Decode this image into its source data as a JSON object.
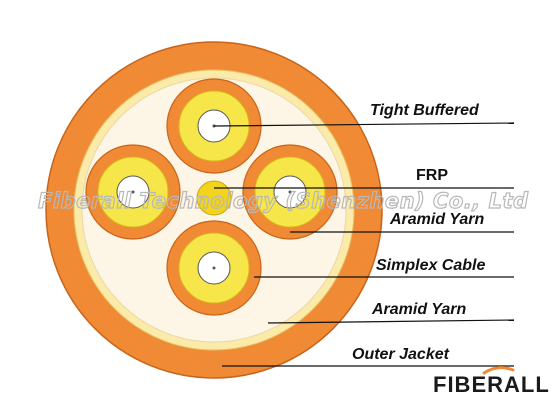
{
  "labels": {
    "tight_buffered": "Tight Buffered",
    "frp": "FRP",
    "aramid_yarn_inner": "Aramid Yarn",
    "simplex_cable": "Simplex Cable",
    "aramid_yarn_outer": "Aramid Yarn",
    "outer_jacket": "Outer Jacket"
  },
  "watermark": "Fiberall Technology (Shenzhen) Co., Ltd",
  "logo": {
    "text": "FIBERALL"
  },
  "colors": {
    "outer_jacket": "#f08a34",
    "aramid_layer": "#fbeaa8",
    "core_fill": "#fdf6e6",
    "subunit_jacket": "#f08a34",
    "subunit_yarn": "#f6e64a",
    "tight_buffer": "#ffffff",
    "frp": "#f2d41c",
    "lines": "#111111"
  }
}
